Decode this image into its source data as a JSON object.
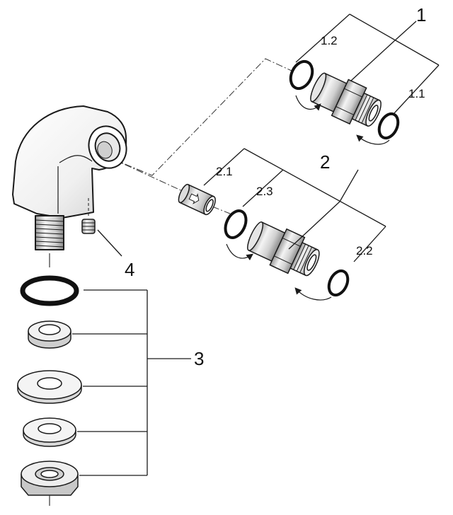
{
  "callouts": {
    "c1": "1",
    "c1_1": "1.1",
    "c1_2": "1.2",
    "c2": "2",
    "c2_1": "2.1",
    "c2_2": "2.2",
    "c2_3": "2.3",
    "c3": "3",
    "c4": "4"
  },
  "colors": {
    "line": "#1a1a1a",
    "metal_light": "#f2f2f2",
    "metal_mid": "#cfcfcf",
    "metal_dark": "#8a8a8a"
  }
}
